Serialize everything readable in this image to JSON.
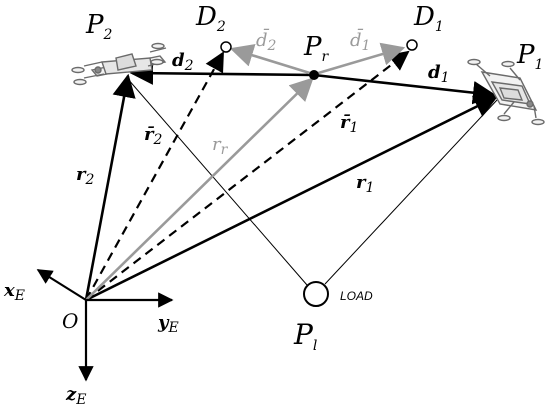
{
  "labels": {
    "P2": "P",
    "P2_sub": "2",
    "D2": "D",
    "D2_sub": "2",
    "Pr": "P",
    "Pr_sub": "r",
    "D1": "D",
    "D1_sub": "1",
    "P1": "P",
    "P1_sub": "1",
    "d2": "d",
    "d2_sub": "2",
    "d2bar": "d̄",
    "d2bar_sub": "2",
    "d1bar": "d̄",
    "d1bar_sub": "1",
    "d1": "d",
    "d1_sub": "1",
    "r2bar": "r̄",
    "r2bar_sub": "2",
    "r1bar": "r̄",
    "r1bar_sub": "1",
    "rr": "r",
    "rr_sub": "r",
    "r2": "r",
    "r2_sub": "2",
    "r1": "r",
    "r1_sub": "1",
    "xE": "x",
    "xE_sub": "E",
    "yE": "y",
    "yE_sub": "E",
    "zE": "z",
    "zE_sub": "E",
    "O": "O",
    "load": "LOAD",
    "Pl": "P",
    "Pl_sub": "l"
  },
  "colors": {
    "black": "#000000",
    "gray": "#9a9a9a",
    "drone": "#6b6b6b"
  },
  "icons": {
    "drone1": "quadcopter-drone-icon",
    "drone2": "quadcopter-drone-icon",
    "load": "load-circle"
  }
}
